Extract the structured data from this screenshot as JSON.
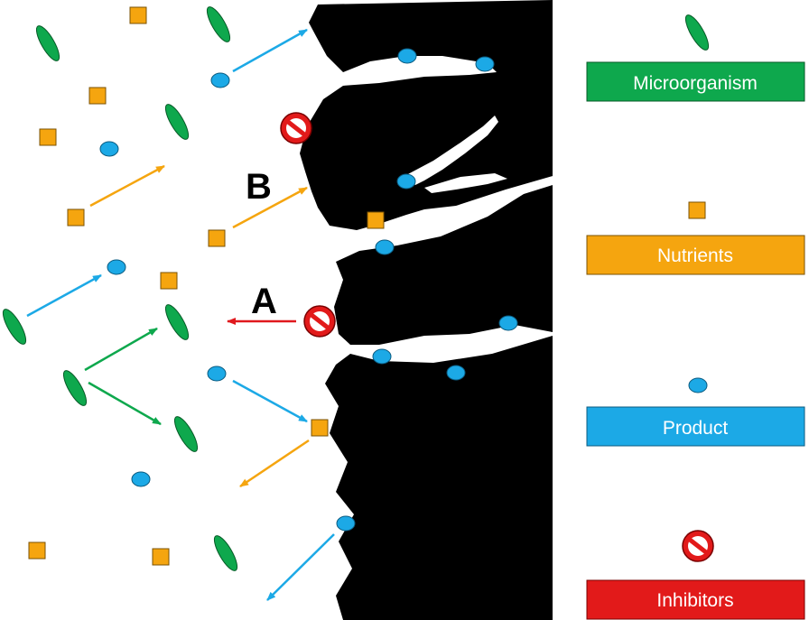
{
  "colors": {
    "microorganism": "#0EA84D",
    "nutrients": "#F5A50F",
    "product": "#1CA9E6",
    "inhibitor": "#E21A1A",
    "arrow_red": "#E0191E",
    "solid": "#000000"
  },
  "labels": {
    "a": "A",
    "b": "B"
  },
  "legend": {
    "microorganism": "Microorganism",
    "nutrients": "Nutrients",
    "product": "Product",
    "inhibitors": "Inhibitors"
  },
  "icons": {
    "microorganism": "green-ellipse-icon",
    "nutrient": "orange-square-icon",
    "product": "blue-oval-icon",
    "inhibitor": "no-entry-icon"
  }
}
